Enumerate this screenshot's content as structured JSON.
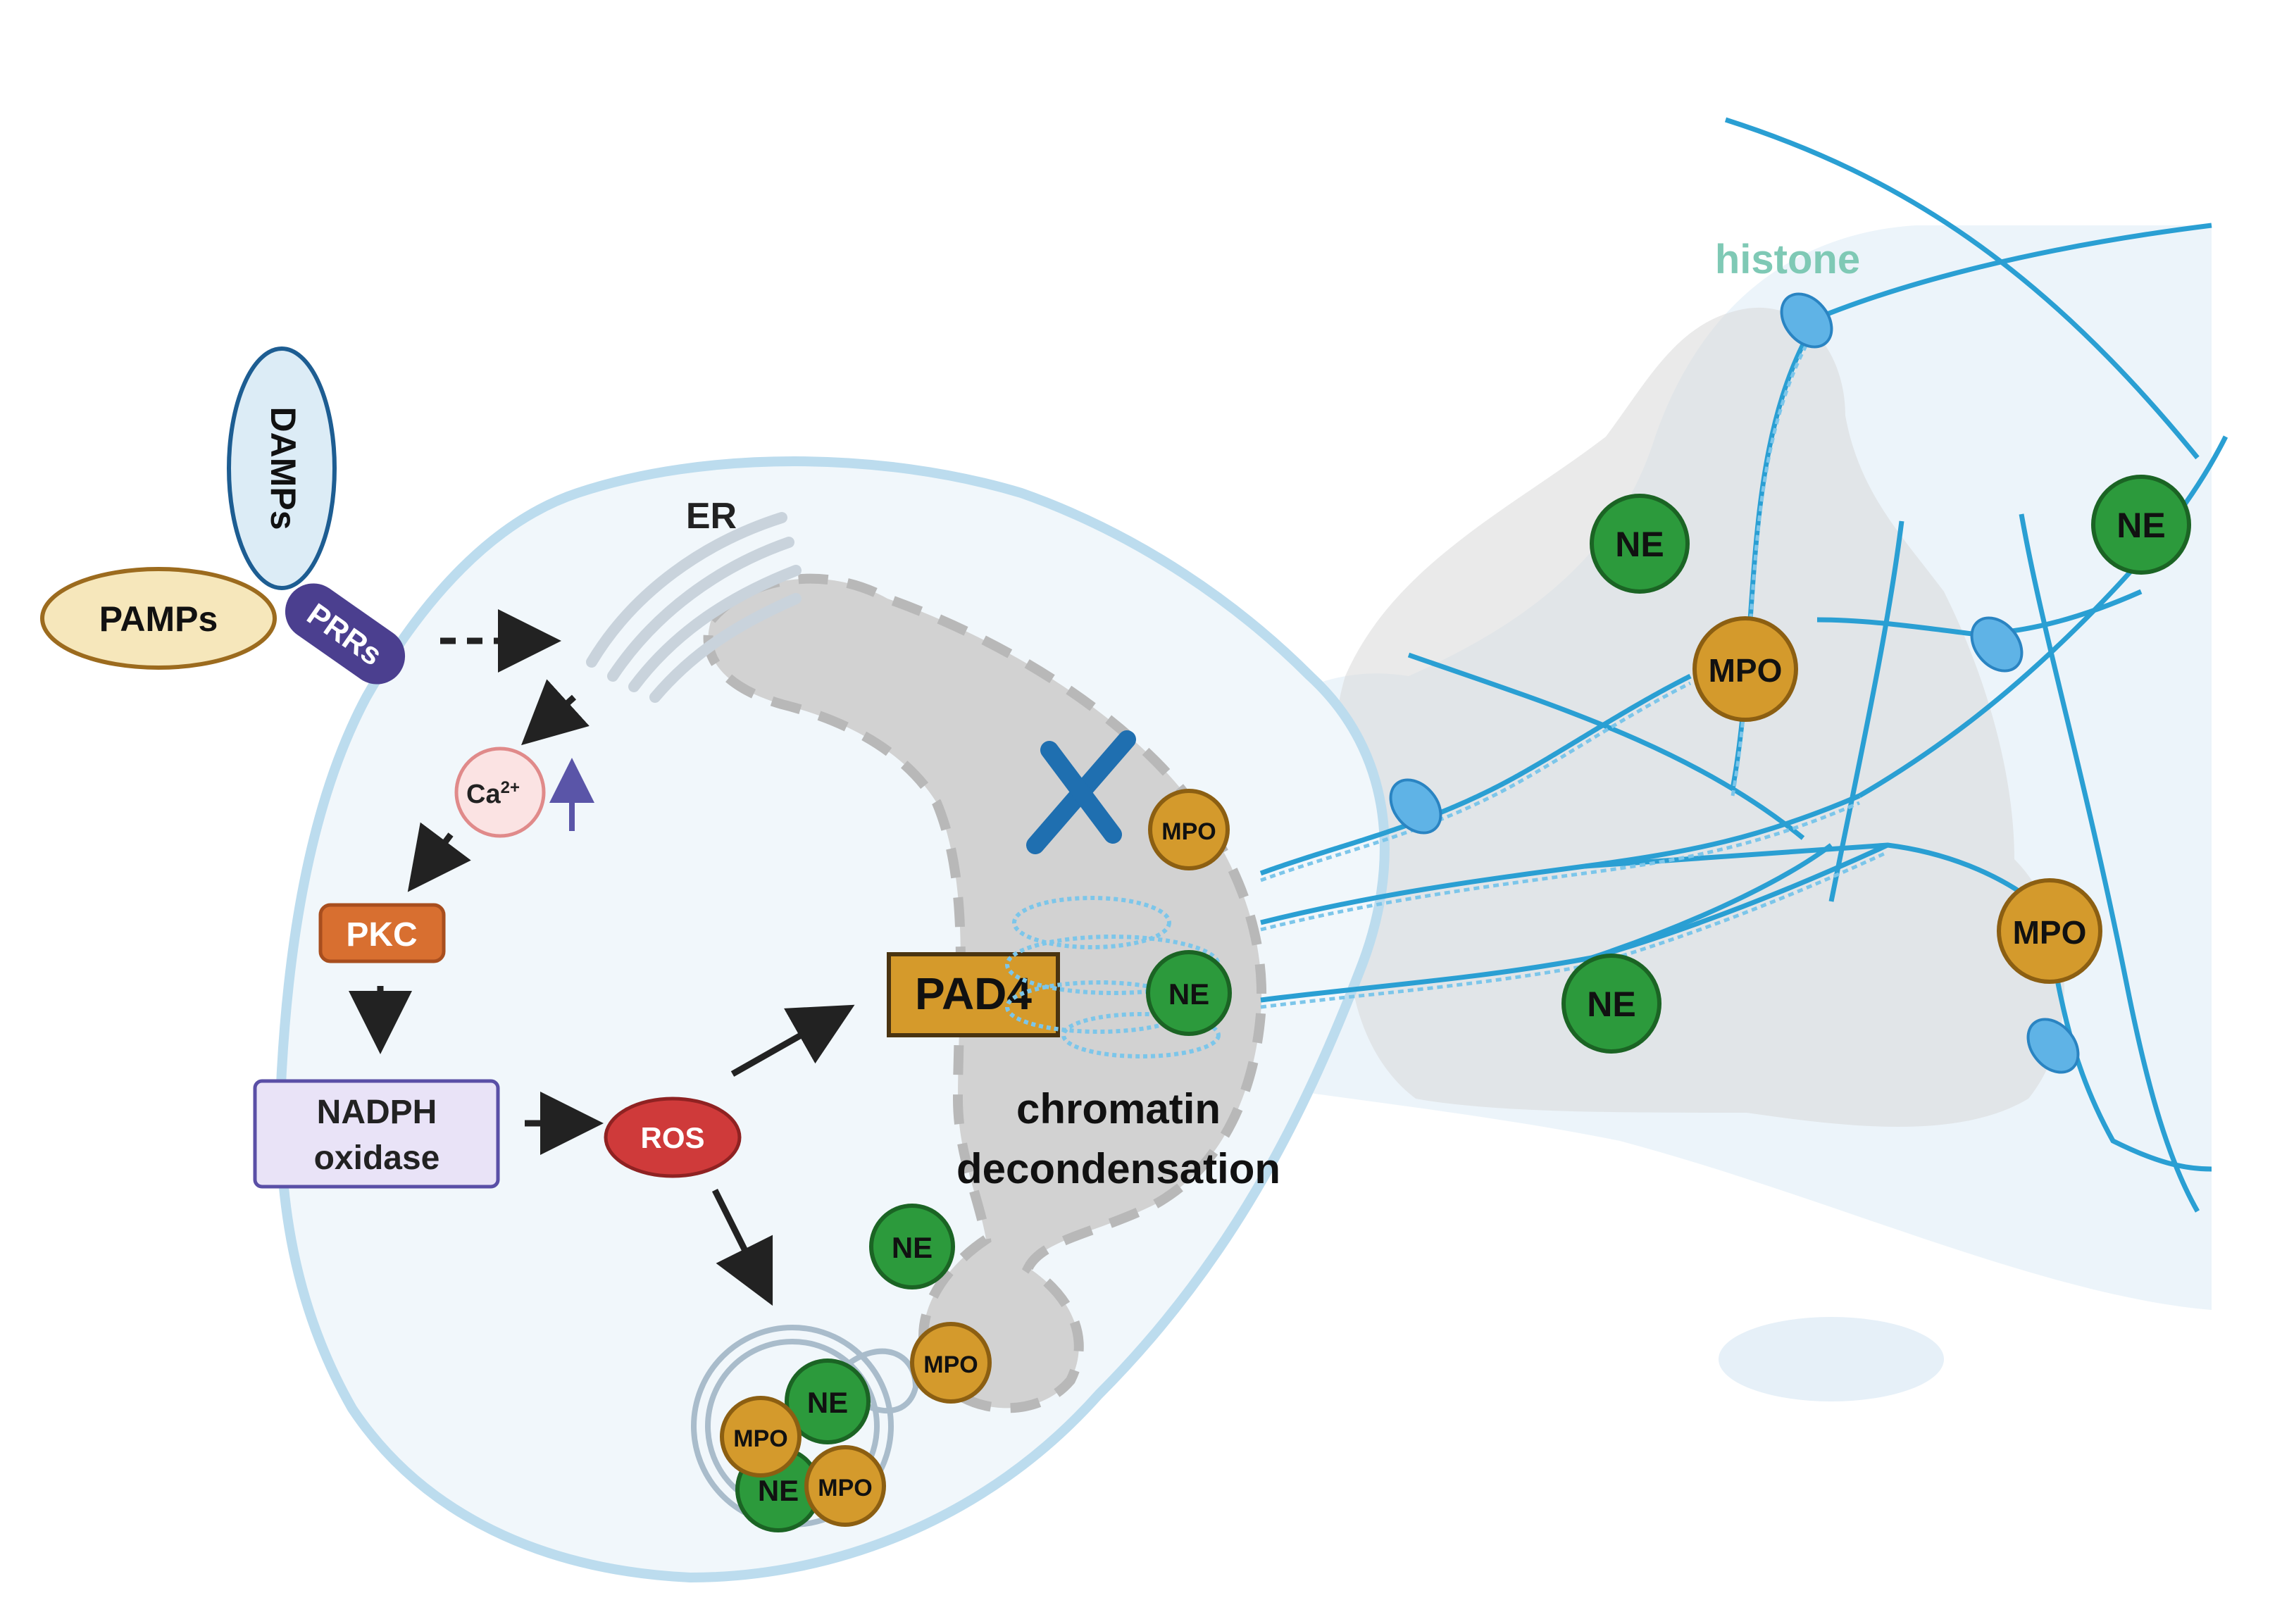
{
  "labels": {
    "damps": "DAMPs",
    "pamps": "PAMPs",
    "prrs": "PRRs",
    "er": "ER",
    "ca": "Ca",
    "ca_sup": "2+",
    "pkc": "PKC",
    "nadph_line1": "NADPH",
    "nadph_line2": "oxidase",
    "ros": "ROS",
    "pad4": "PAD4",
    "chromatin_line1": "chromatin",
    "chromatin_line2": "decondensation",
    "histone": "histone"
  },
  "proteins": {
    "ne": "NE",
    "mpo": "MPO"
  },
  "colors": {
    "cell_fill": "#f1f7fb",
    "cell_stroke": "#bcdcee",
    "nucleus_fill": "#d2d2d2",
    "dna": "#2a9fd3",
    "ne_fill": "#2c9a3c",
    "mpo_fill": "#d49a2c",
    "pkc": "#d86f30",
    "ros": "#cf3a3a",
    "pad4": "#d59a2b",
    "prrs": "#4b3f8f",
    "nadph": "#e9e3f7",
    "histone_text": "#7fc9b5"
  }
}
